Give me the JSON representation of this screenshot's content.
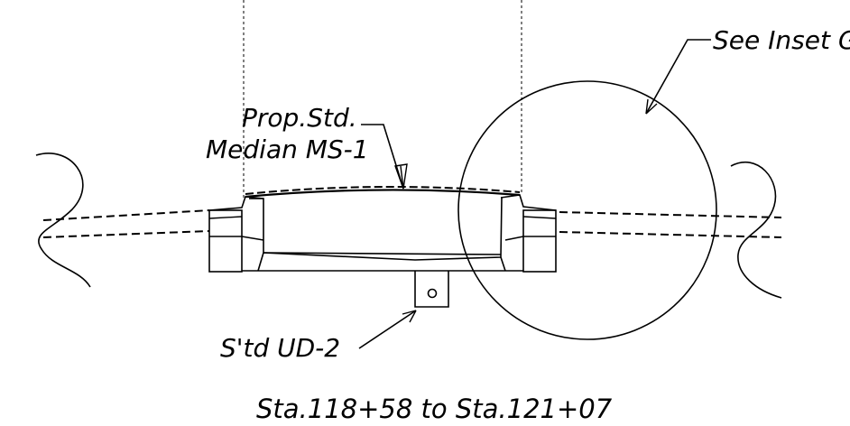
{
  "labels": {
    "inset": "See Inset G",
    "median_line1": "Prop.Std.",
    "median_line2": "Median MS-1",
    "underdrain": "S'td UD-2",
    "station_range": "Sta.118+58 to Sta.121+07"
  },
  "colors": {
    "ink": "#000000",
    "background": "#ffffff"
  }
}
